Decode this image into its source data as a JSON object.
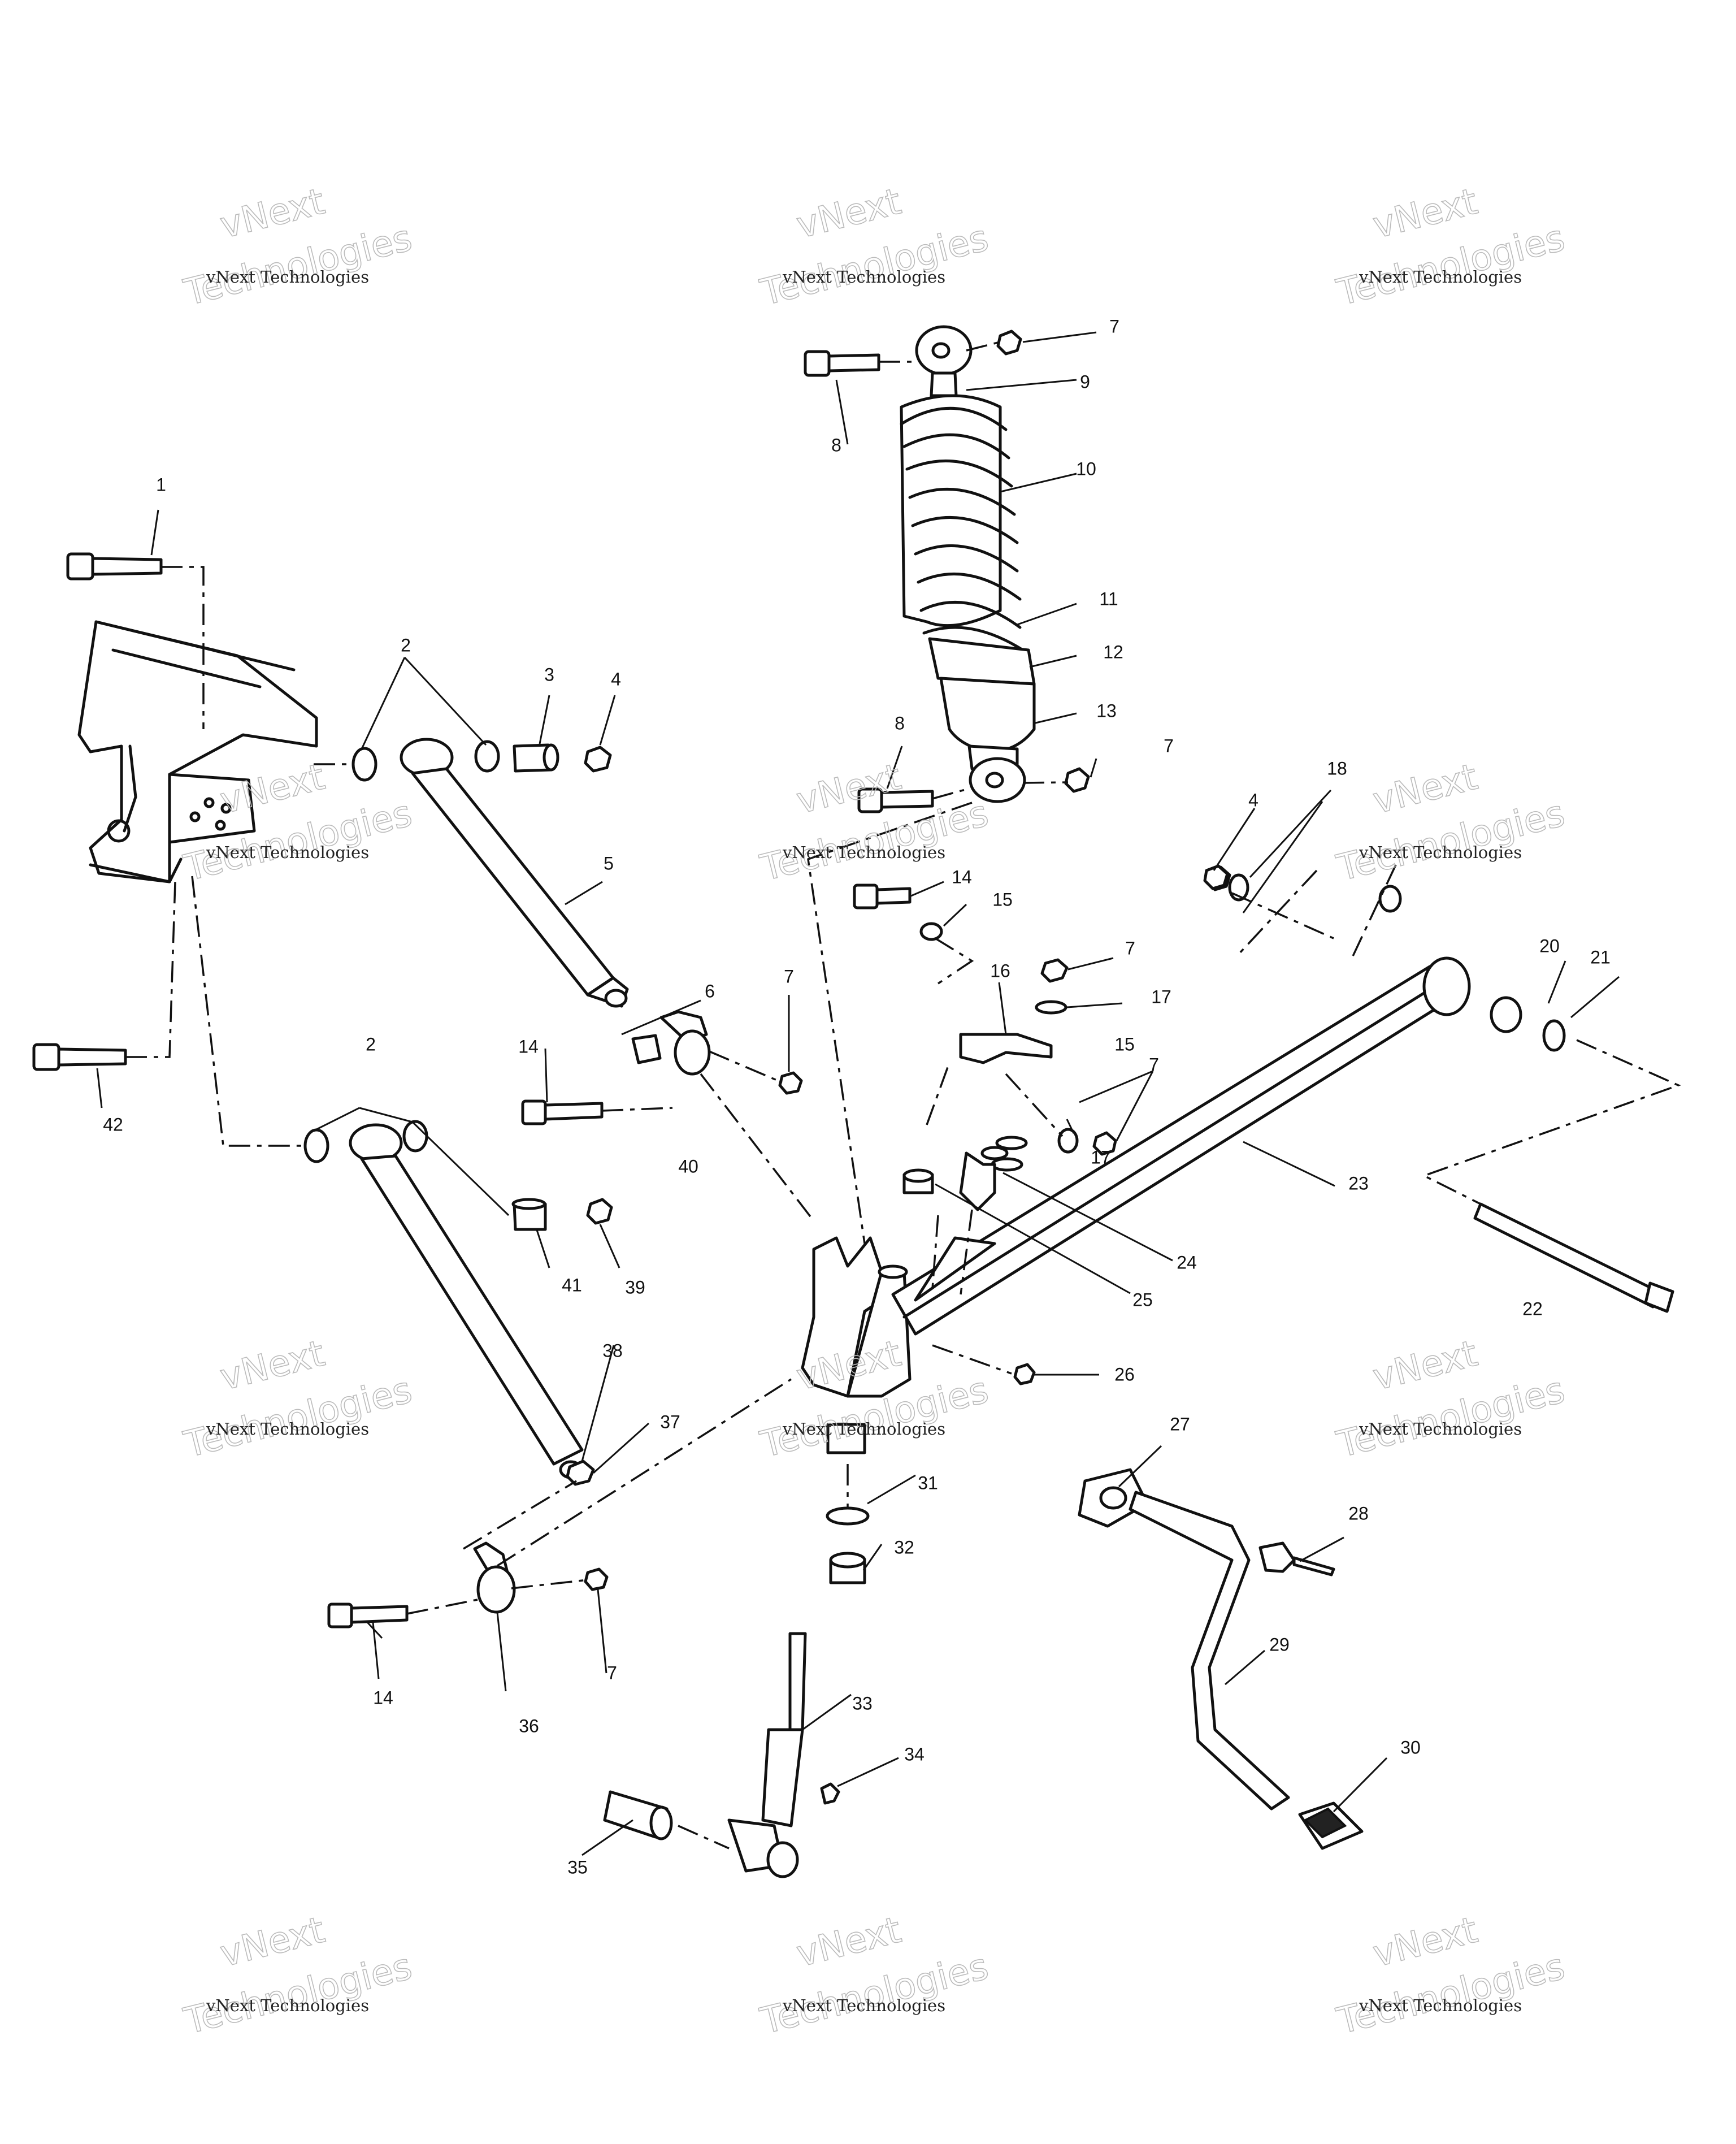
{
  "watermark": {
    "line1": "vNext Technologies",
    "line2": "vNext",
    "line3": "Technologies"
  },
  "callouts": [
    "1",
    "2",
    "3",
    "4",
    "5",
    "6",
    "7",
    "8",
    "9",
    "10",
    "11",
    "12",
    "13",
    "14",
    "15",
    "16",
    "17",
    "18",
    "20",
    "21",
    "22",
    "23",
    "24",
    "25",
    "26",
    "27",
    "28",
    "29",
    "30",
    "31",
    "32",
    "33",
    "34",
    "35",
    "36",
    "37",
    "38",
    "39",
    "40",
    "41",
    "42"
  ]
}
